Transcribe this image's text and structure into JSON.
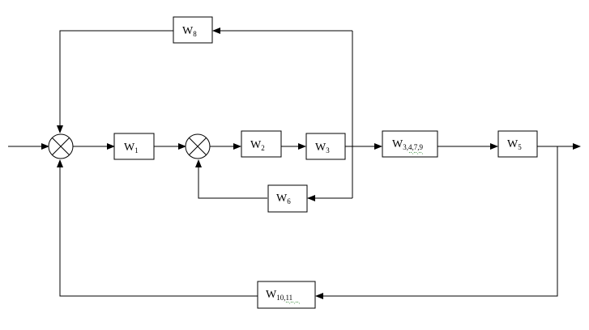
{
  "diagram": {
    "blocks": {
      "w1": {
        "letter": "W",
        "subscript": "1"
      },
      "w2": {
        "letter": "W",
        "subscript": "2"
      },
      "w3": {
        "letter": "W",
        "subscript": "3"
      },
      "w3479": {
        "letter": "W",
        "subscript": "3,4,7,9"
      },
      "w5": {
        "letter": "W",
        "subscript": "5"
      },
      "w6": {
        "letter": "W",
        "subscript": "6"
      },
      "w8": {
        "letter": "W",
        "subscript": "8"
      },
      "w1011": {
        "letter": "W",
        "subscript": "10,11"
      }
    },
    "summing_junctions": [
      "sum-1",
      "sum-2"
    ],
    "colors": {
      "line": "#000000",
      "background": "#ffffff",
      "spellcheck_underline": "#3a8a3a"
    }
  }
}
